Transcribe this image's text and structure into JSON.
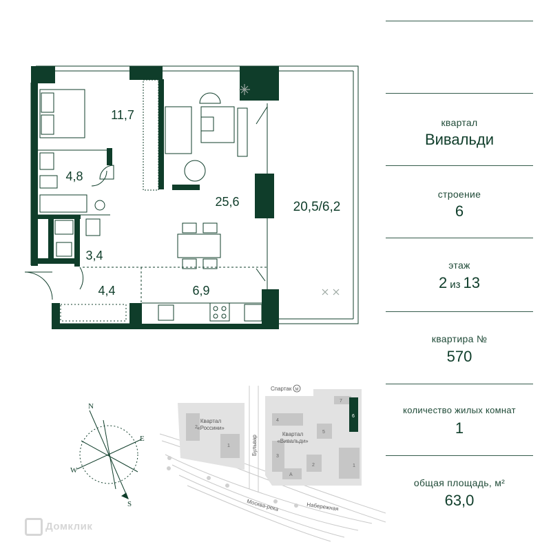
{
  "plan": {
    "rooms": [
      {
        "name": "bedroom",
        "area": "11,7"
      },
      {
        "name": "bathroom",
        "area": "4,8"
      },
      {
        "name": "toilet",
        "area": "3,4"
      },
      {
        "name": "hall",
        "area": "4,4"
      },
      {
        "name": "living-room",
        "area": "25,6"
      },
      {
        "name": "kitchen",
        "area": "6,9"
      },
      {
        "name": "terrace",
        "area": "20,5/6,2"
      }
    ]
  },
  "compass": {
    "n": "N",
    "e": "E",
    "s": "S",
    "w": "W"
  },
  "site_map": {
    "metro": "Спартак",
    "metro_symbol": "М",
    "quarter_rossini": [
      "Квартал",
      "«Россини»"
    ],
    "quarter_vivaldi": [
      "Квартал",
      "«Вивальди»"
    ],
    "boulevard": "Бульвар",
    "river": "Москва-река",
    "embankment": "Набережная",
    "building_numbers": [
      "7",
      "6",
      "4",
      "5",
      "3",
      "2",
      "1",
      "А",
      "2",
      "1"
    ]
  },
  "info": {
    "quarter_label": "квартал",
    "quarter_value": "Вивальди",
    "building_label": "строение",
    "building_value": "6",
    "floor_label": "этаж",
    "floor_value": "2",
    "floor_of": "из",
    "floor_total": "13",
    "apt_label": "квартира №",
    "apt_value": "570",
    "rooms_label": "количество жилых комнат",
    "rooms_value": "1",
    "area_label": "общая площадь, м²",
    "area_value": "63,0"
  },
  "watermark": "Домклик",
  "colors": {
    "wall": "#0f3d2a",
    "accent": "#0f3d2a",
    "map_gray": "#d9d9d9"
  }
}
